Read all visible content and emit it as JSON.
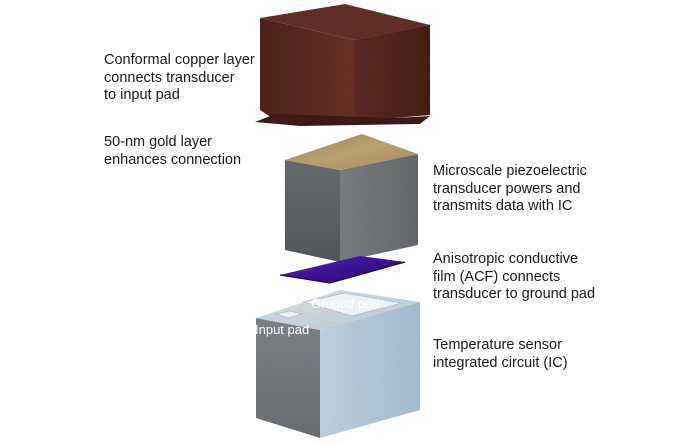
{
  "labels": {
    "copper": [
      "Conformal copper layer",
      "connects transducer",
      "to input pad"
    ],
    "gold": [
      "50-nm gold layer",
      "enhances connection"
    ],
    "piezo": [
      "Microscale piezoelectric",
      "transducer powers and",
      "transmits data with IC"
    ],
    "acf": [
      "Anisotropic conductive",
      "film (ACF) connects",
      "transducer to ground pad"
    ],
    "ic": [
      "Temperature sensor",
      "integrated circuit (IC)"
    ],
    "ground_pad": "Ground pad",
    "input_pad": "Input pad"
  },
  "colors": {
    "copper": "#5a2a22",
    "gold": "#b99d6c",
    "transducer": "#5e6266",
    "acf": "#3a1290",
    "ic_top": "#cdd9e2",
    "ic_front": "#7a7f84",
    "ic_side": "#b8cfe0",
    "text": "#1a1a1a",
    "pad_text": "#ffffff"
  }
}
